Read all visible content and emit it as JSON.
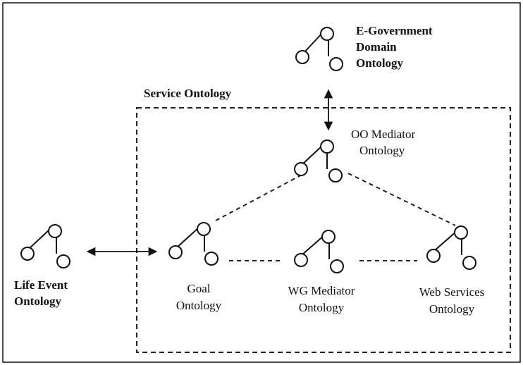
{
  "diagram": {
    "labels": {
      "egov_line1": "E-Government",
      "egov_line2": "Domain",
      "egov_line3": "Ontology",
      "service": "Service Ontology",
      "oo_line1": "OO Mediator",
      "oo_line2": "Ontology",
      "life_line1": "Life Event",
      "life_line2": "Ontology",
      "goal_line1": "Goal",
      "goal_line2": "Ontology",
      "wg_line1": "WG Mediator",
      "wg_line2": "Ontology",
      "ws_line1": "Web Services",
      "ws_line2": "Ontology"
    },
    "colors": {
      "stroke": "#111111",
      "background": "#ffffff"
    },
    "icon": "ontology-graph-icon"
  }
}
